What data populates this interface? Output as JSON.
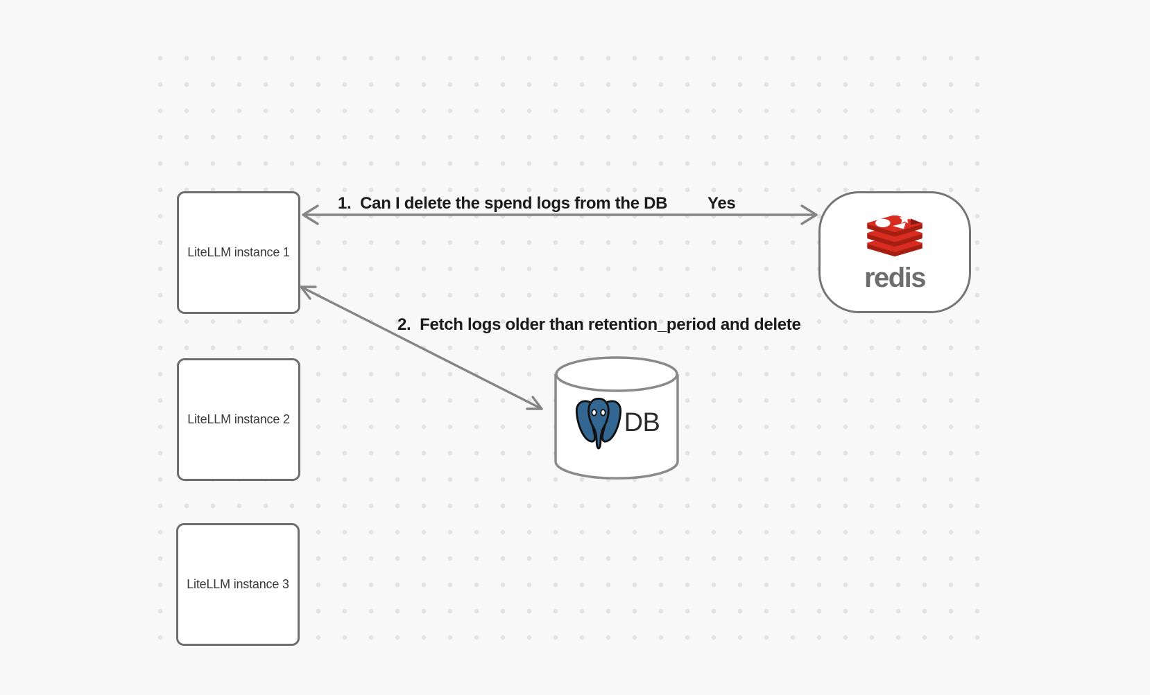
{
  "canvas": {
    "bg_color": "#f8f8f8",
    "dot_color": "#e3e3e3"
  },
  "nodes": {
    "instance1": {
      "label": "LiteLLM instance 1"
    },
    "instance2": {
      "label": "LiteLLM instance 2"
    },
    "instance3": {
      "label": "LiteLLM instance 3"
    },
    "redis": {
      "wordmark": "redis",
      "icon": "redis-logo-icon",
      "brand_red": "#d82c20",
      "brand_red_dark": "#a41e11"
    },
    "db": {
      "label": "DB",
      "icon": "postgresql-elephant-icon",
      "postgres_blue": "#336791"
    }
  },
  "edges": {
    "edge1": {
      "label": "1.  Can I delete the spend logs from the DB",
      "response": "Yes"
    },
    "edge2": {
      "label": "2.  Fetch logs older than retention_period and delete"
    }
  }
}
